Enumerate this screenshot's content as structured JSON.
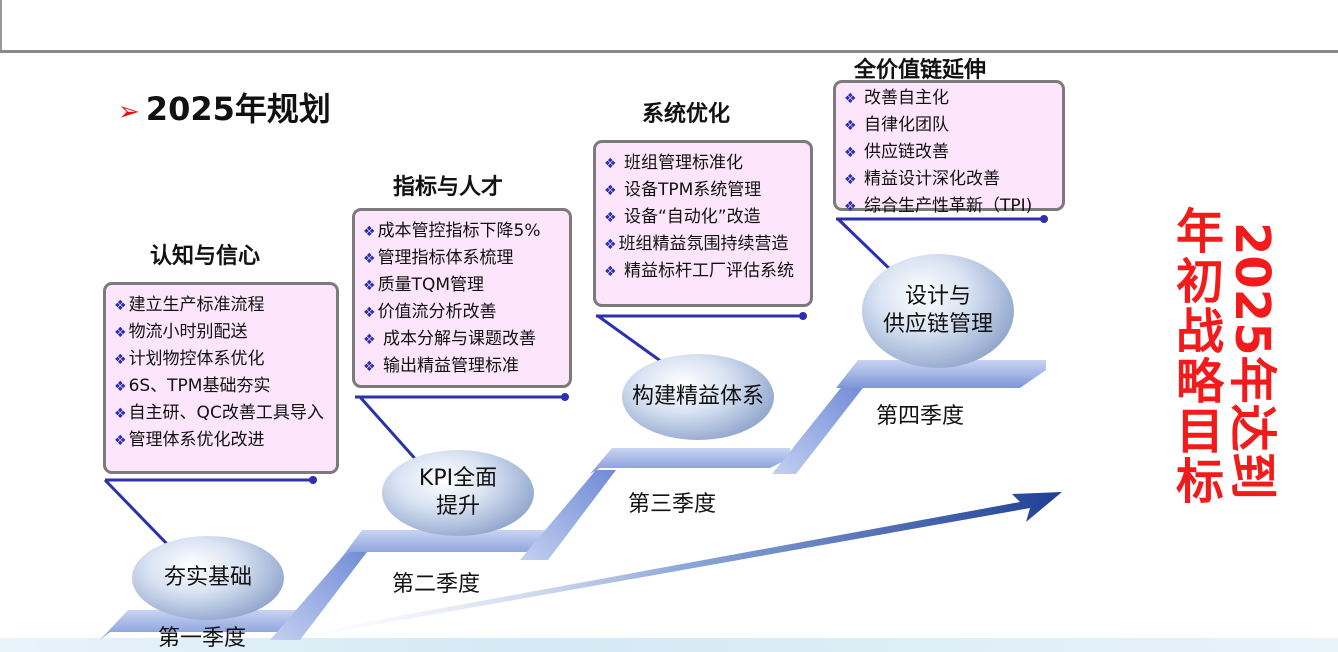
{
  "title": "2025年规划",
  "stages": [
    {
      "heading": "认知与信心",
      "items": [
        "建立生产标准流程",
        "物流小时别配送",
        "计划物控体系优化",
        "6S、TPM基础夯实",
        "自主研、QC改善工具导入",
        "管理体系优化改进"
      ],
      "node_line1": "夯实基础",
      "node_line2": "",
      "quarter": "第一季度"
    },
    {
      "heading": "指标与人才",
      "items": [
        "成本管控指标下降5%",
        "管理指标体系梳理",
        "质量TQM管理",
        "价值流分析改善",
        " 成本分解与课题改善",
        " 输出精益管理标准"
      ],
      "node_line1": "KPI全面",
      "node_line2": "提升",
      "quarter": "第二季度"
    },
    {
      "heading": "系统优化",
      "items": [
        " 班组管理标准化",
        " 设备TPM系统管理",
        " 设备“自动化”改造",
        "班组精益氛围持续营造",
        " 精益标杆工厂评估系统"
      ],
      "node_line1": "构建精益体系",
      "node_line2": "",
      "quarter": "第三季度"
    },
    {
      "heading": "全价值链延伸",
      "items": [
        " 改善自主化",
        " 自律化团队",
        " 供应链改善",
        " 精益设计深化改善",
        " 综合生产性革新（TPI)"
      ],
      "node_line1": "设计与",
      "node_line2": "供应链管理",
      "quarter": "第四季度"
    }
  ],
  "goal_col1": "2025年达到",
  "goal_col2": "年初战略目标",
  "colors": {
    "accent_red": "#f21a1a",
    "box_fill": "#fde6fb",
    "connector": "#2b2fb0",
    "step": "#8fa5e0"
  }
}
